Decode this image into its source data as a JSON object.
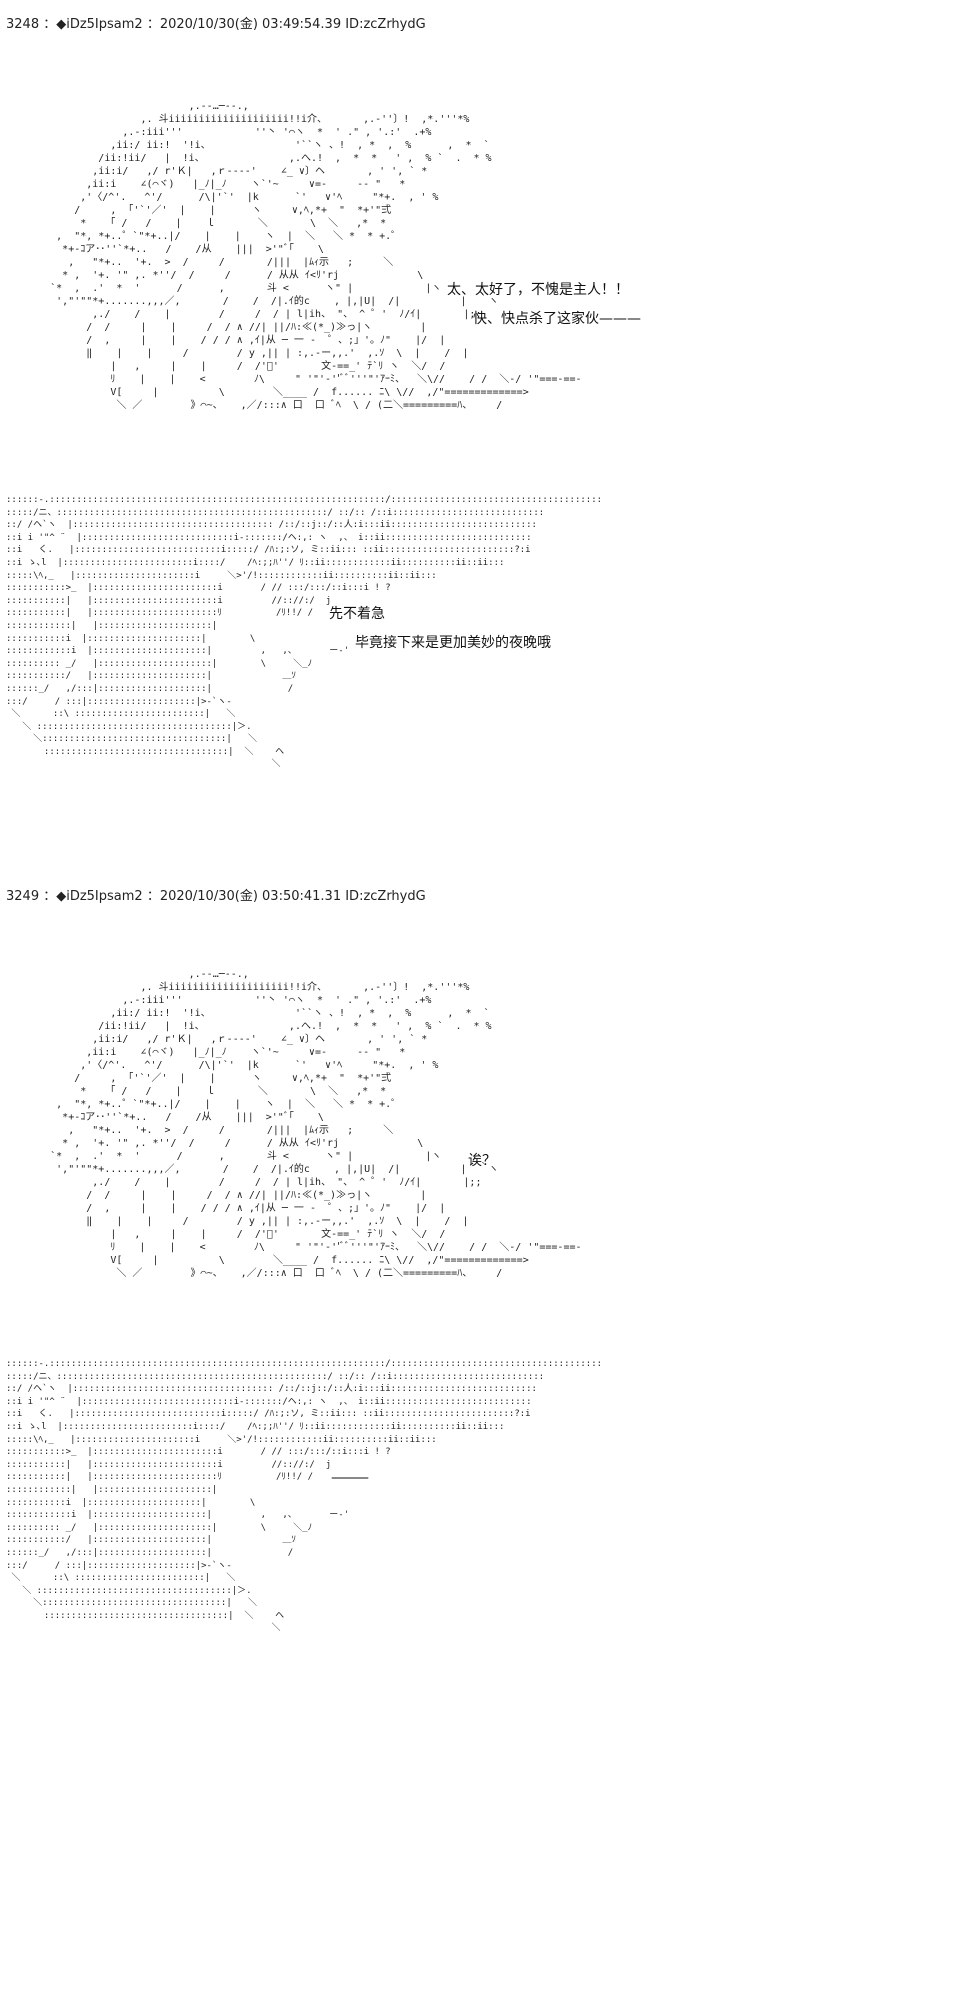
{
  "posts": [
    {
      "header": "3248 ：◆iDz5Ipsam2 ：2020/10/30(金) 03:49:54.39 ID:zcZrhydG",
      "lines": [
        "太、太好了，不愧是主人！！",
        "快、快点杀了这家伙———",
        "先不着急",
        "毕竟接下来是更加美妙的夜晚哦"
      ]
    },
    {
      "header": "3249 ：◆iDz5Ipsam2 ：2020/10/30(金) 03:50:41.31 ID:zcZrhydG",
      "lines": [
        "诶？",
        "———"
      ]
    }
  ],
  "art": {
    "head": "                              ,.-‐…─‐-.,\n                      ,. 斗iiiiiiiiiiiiiiiiiiii!!i介、      ,.-''〕!  ,*.'''*%\n                   ,.-:iii'''            ''丶 '⌒ヽ  *  ' .\" , '.:'  .+%\n                 ,ii:/ ii:!  '!i、              '``ヽ 、!  , *  ,  %      ,  *  `\n               /ii:!ii/   |  !i、              ,.へ.!  ,  *  *   ' ,  % `  .  * %\n              ,ii:i/   ,/ r'Ｋ|   ,ｒ‐‐‐‐'    ∠_ ∨〕ヘ       , ' ', ` *\n             ,ii:i    ∠(⌒ヾ)   |_ﾉ|_ﾉ    ヽ`'~     ∨=-     -- \"   *\n            ,'〈/^'.   ^'/      /\\|'`'  |k      `'   ∨'ﾍ     \"*+.  , ' % \n           /     ,  ｢'`'／'  |    |      ヽ     ∨,ﾍ,*+  \"  *+'\"弍\n            *    ｢ /   /    |    ｌ       ＼       \\  ＼   ,*  *\n        ,  \"*, *+..゜`\"*+..|/    |    |    ヽ  |  ＼   ＼ *  * +.゜\n         *+-ｺア･･''`*+..   /    /从    |||  >'\"ﾞ｢    \\\n          ,   \"*+..  '+.  >  /     /       /|||  |ﾑｨ示   ;     ＼\n         * ,  '+. '\" ,. *''/  /     /      / 从从 ｲ<ﾘ'rj             \\\n       `*  ,  .'  *  '      /      ,       斗 <      ヽ\" |            |ヽ\n        ',\"'\"\"*+.......,,,／,       /    /  /|.ｲ的c    , |,|U|  /|          |  ｀ヽ\n              ,./    /    |        /     /  / | l|ih、 \"、 ^ ゜'  ﾉ/ｲ|       |;;\n             /  /     |    |     /  / ∧ //| ||/ﾊ:≪(*_)≫っ|ヽ        |\n             /  ,     |    |    / / / ∧ ,ｲ|从 ─ 一 -  ゜、;」'。ﾉ\"    |/  |\n             ‖    |    |     /        / y ,|| | :,.-ー,,.'  ,.ｿ  \\  |    /  |\n                 |   ,     |    |     /  /'ﾞ'       文-==_' ﾃ`ﾘ ヽ  ＼/  /\n                 ﾘ    |    |    <        ﾉ\\     \" '\"'-''ﾞﾞ'''\"'ｱｰﾐ、  ＼\\//    / /  ＼-/ '\"===-==-\n                 V[     |          \\        ＼____ /  f...... ﾆ\\ \\//  ,/\"=============>\n                  ＼ ／        》⌒~、   ,／/:::∧ 口  口 ﾞﾍ  \\ / (二＼=========ﾊ、    /",
    "lower": "::::::‐.::::::::::::::::::::::::::::::::::::::::::::::::::::::::::::::/:::::::::::::::::::::::::::::::::::::::\n:::::/ニ、::::::::::::::::::::::::::::::::::::::::::::::::::/ ::/:: /::i::::::::::::::::::::::::::::\n::/ /ヘ`ヽ  |::::::::::::::::::::::::::::::::::::: /::/::j::/::人:i:::ii:::::::::::::::::::::::::::\n::i i '\"^ ¨  |::::::::::::::::::::::::::::i-:::::::/ヘ:,: ヽ  ,、 i::ii:::::::::::::::::::::::::::\n::i   く.   |:::::::::::::::::::::::::::i:::::/ /ﾊ:;:ソ, ミ::ii::: ::ii::::::::::::::::::::::::?:i\n::i ゝ､l  |::::::::::::::::::::::::i::::/    /ﾍ:;;ﾊ''/ ﾘ::ii::::::::::::ii::::::::::ii::ii:::\n:::::\\ﾍ,_   |::::::::::::::::::::::i     ＼>'/!::::::::::::ii::::::::::ii::ii:::\n:::::::::::>_  |:::::::::::::::::::::::i       / // :::/:::/::i:::i ! ?\n:::::::::::|   |:::::::::::::::::::::::i         //:://:/  j\n:::::::::::|   |:::::::::::::::::::::::ﾘ          /ﾘ!!/ /\n::::::::::::|   |:::::::::::::::::::::|\n:::::::::::i  |:::::::::::::::::::::|        \\\n::::::::::::i  |:::::::::::::::::::::|         ,   ,、      ー-'\n:::::::::: _/   |:::::::::::::::::::::|        \\     ＼_ﾉ\n:::::::::::/   |:::::::::::::::::::::|             ＿ｿ\n::::::_/   ,/:::|::::::::::::::::::::|              /\n:::/     / :::|::::::::::::::::::::|>‐`ヽ-\n ＼      ::\\ ::::::::::::::::::::::::|   ＼\n   ＼ ::::::::::::::::::::::::::::::::::::|＞.\n     ＼::::::::::::::::::::::::::::::::::|   ＼\n       ::::::::::::::::::::::::::::::::::|  ＼    ヘ\n                                                 ＼"
  }
}
